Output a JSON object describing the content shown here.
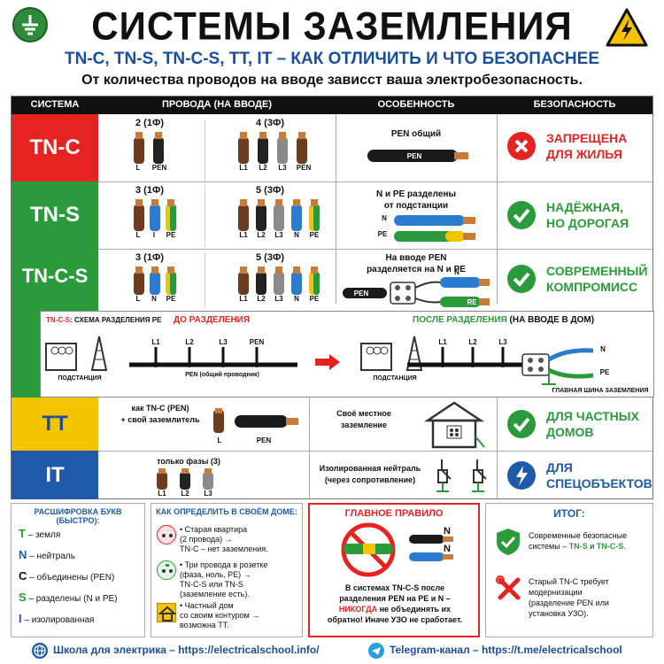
{
  "header": {
    "title": "СИСТЕМЫ ЗАЗЕМЛЕНИЯ",
    "subtitle": "TN-C, TN-S, TN-C-S, TT, IT – КАК ОТЛИЧИТЬ И ЧТО БЕЗОПАСНЕЕ",
    "tagline": "От количества проводов на вводе зависст ваша электробезопасность."
  },
  "table": {
    "columns": [
      "СИСТЕМА",
      "ПРОВОДА (НА ВВОДЕ)",
      "ОСОБЕННОСТЬ",
      "БЕЗОПАСНОСТЬ"
    ],
    "rows": [
      {
        "system": "TN-C",
        "color": "#e52421",
        "single_phase": "2 (1Ф)",
        "three_phase": "4 (3Ф)",
        "single_labels": [
          "L",
          "PEN"
        ],
        "three_labels": [
          "L1",
          "L2",
          "L3",
          "PEN"
        ],
        "feature": "PEN общий",
        "feature_wire": "PEN",
        "safety_line1": "ЗАПРЕЩЕНА",
        "safety_line2": "ДЛЯ ЖИЛЬЯ",
        "safety_color": "#e52421"
      },
      {
        "system": "TN-S",
        "color": "#2a9a3a",
        "single_phase": "3 (1Ф)",
        "three_phase": "5 (3Ф)",
        "single_labels": [
          "L",
          "I",
          "PE"
        ],
        "three_labels": [
          "L1",
          "L2",
          "L3",
          "N",
          "PE"
        ],
        "feature_line1": "N и PE разделены",
        "feature_line2": "от подстанции",
        "feature_wire_n": "N",
        "feature_wire_pe": "PE",
        "safety_line1": "НАДЁЖНАЯ,",
        "safety_line2": "НО ДОРОГАЯ",
        "safety_color": "#2a9a3a"
      },
      {
        "system": "TN-C-S",
        "color": "#2a9a3a",
        "single_phase": "3 (1Ф)",
        "three_phase": "5 (3Ф)",
        "single_labels": [
          "L",
          "N",
          "PE"
        ],
        "three_labels": [
          "L1",
          "L2",
          "L3",
          "N",
          "PE"
        ],
        "feature_line1": "На вводе PEN",
        "feature_line2": "разделяется на N и PE",
        "feature_wire_pen": "PEN",
        "feature_wire_n": "N",
        "feature_wire_re": "RE",
        "safety_line1": "СОВРЕМЕННЫЙ",
        "safety_line2": "КОМПРОМИСС",
        "safety_color": "#2a9a3a"
      },
      {
        "system": "TT",
        "color": "#f5c400",
        "text_color": "#1a4e9a",
        "wires_line1": "как TN-C (PEN)",
        "wires_line2": "+ свой заземлитель",
        "single_labels": [
          "L",
          "PEN"
        ],
        "feature_line1": "Своё местное",
        "feature_line2": "заземление",
        "safety_line1": "ДЛЯ ЧАСТНЫХ",
        "safety_line2": "ДОМОВ",
        "safety_color": "#2a9a3a"
      },
      {
        "system": "IT",
        "color": "#1e5aa8",
        "wires_line1": "только фазы (3)",
        "three_labels": [
          "L1",
          "L2",
          "L3"
        ],
        "feature_line1": "Изолированная нейтраль",
        "feature_line2": "(через сопротивление)",
        "safety_line1": "ДЛЯ",
        "safety_line2": "СПЕЦОБЪЕКТОВ",
        "safety_color": "#1e5aa8"
      }
    ]
  },
  "scheme": {
    "label_prefix": "TN-C-S:",
    "label_text": "СХЕМА РАЗДЕЛЕНИЯ PE",
    "before": "ДО РАЗДЕЛЕНИЯ",
    "after": "ПОСЛЕ РАЗДЕЛЕНИЯ",
    "after_note": "(НА ВВОДЕ В ДОМ)",
    "substation": "ПОДСТАНЦИЯ",
    "phases": [
      "L1",
      "L2",
      "L3",
      "PEN"
    ],
    "pen_note": "PEN (общий проводник)",
    "after_phases": [
      "L1",
      "L2",
      "L3"
    ],
    "n_label": "N",
    "pe_label": "PE",
    "main_bus": "ГЛАВНАЯ ШИНА ЗАЗЕМЛЕНИЯ"
  },
  "legend": {
    "title": "РАСШИФРОВКА БУКВ (БЫСТРО):",
    "items": [
      {
        "letter": "T",
        "text": "– земля",
        "color": "#2a9a3a"
      },
      {
        "letter": "N",
        "text": "– нейтраль",
        "color": "#1e5aa8"
      },
      {
        "letter": "C",
        "text": "– объединены (PEN)",
        "color": "#111111"
      },
      {
        "letter": "S",
        "text": "– разделены (N и PE)",
        "color": "#2a9a3a"
      },
      {
        "letter": "I",
        "text": "– изолированная",
        "color": "#1e5aa8"
      }
    ]
  },
  "home_check": {
    "title": "КАК ОПРЕДЕЛИТЬ В СВОЁМ ДОМЕ:",
    "items": [
      {
        "lines": [
          "Старая квартира",
          "(2 провода) →",
          "TN-C – нет заземления."
        ]
      },
      {
        "lines": [
          "Три провода в розетке",
          "(фаза, ноль, PE) →",
          "TN-C-S или TN-S",
          "(заземление есть)."
        ]
      },
      {
        "lines": [
          "Частный дом",
          "со своим контуром →",
          "возможна TT."
        ]
      }
    ]
  },
  "main_rule": {
    "title": "ГЛАВНОЕ ПРАВИЛО",
    "n1": "N",
    "n2": "N",
    "line1": "В системах TN-C-S после",
    "line2": "разделения PEN на PE и N –",
    "emph": "НИКОГДА",
    "line3_rest": "не объединять их",
    "line4": "обратно! Иначе УЗО не сработает."
  },
  "summary": {
    "title": "ИТОГ:",
    "modern_line1": "Современные безопасные",
    "modern_prefix": "системы –",
    "modern_a": "TN-S",
    "modern_and": "и",
    "modern_b": "TN-C-S.",
    "old_lines": [
      "Старый TN-C требует",
      "модернизации",
      "(разделение PEN или",
      "установка УЗО)."
    ]
  },
  "footer": {
    "left": "Школа для электрика – https://electricalschool.info/",
    "right": "Telegram-канал – https://t.me/electricalschool"
  }
}
